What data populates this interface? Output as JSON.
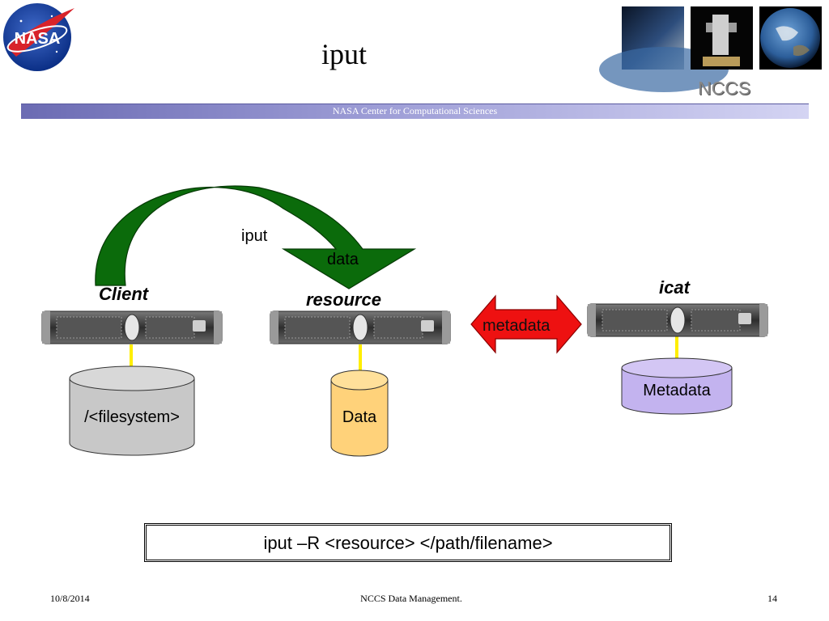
{
  "slide": {
    "title": "iput",
    "banner_text": "NASA Center for Computational Sciences",
    "nccs_label": "NCCS",
    "logos": {
      "nasa": "NASA",
      "images": [
        "earth-horizon-photo",
        "space-shuttle-photo",
        "earth-globe-photo"
      ]
    }
  },
  "diagram": {
    "arrow_labels": {
      "top": "iput",
      "bottom": "data"
    },
    "nodes": {
      "client": {
        "label": "Client",
        "storage_label": "/<filesystem>",
        "storage_color": "#c8c8c8"
      },
      "resource": {
        "label": "resource",
        "storage_label": "Data",
        "storage_color": "#ffd27a"
      },
      "icat": {
        "label": "icat",
        "storage_label": "Metadata",
        "storage_color": "#c3b3ef"
      }
    },
    "exchange": {
      "label": "metadata",
      "color": "#ee1111"
    },
    "colors": {
      "arrow_green": "#0b6b0b",
      "connector_yellow": "#ffee00"
    }
  },
  "command": {
    "text": "iput –R <resource> </path/filename>"
  },
  "footer": {
    "date": "10/8/2014",
    "center": "NCCS Data Management.",
    "page": "14"
  }
}
